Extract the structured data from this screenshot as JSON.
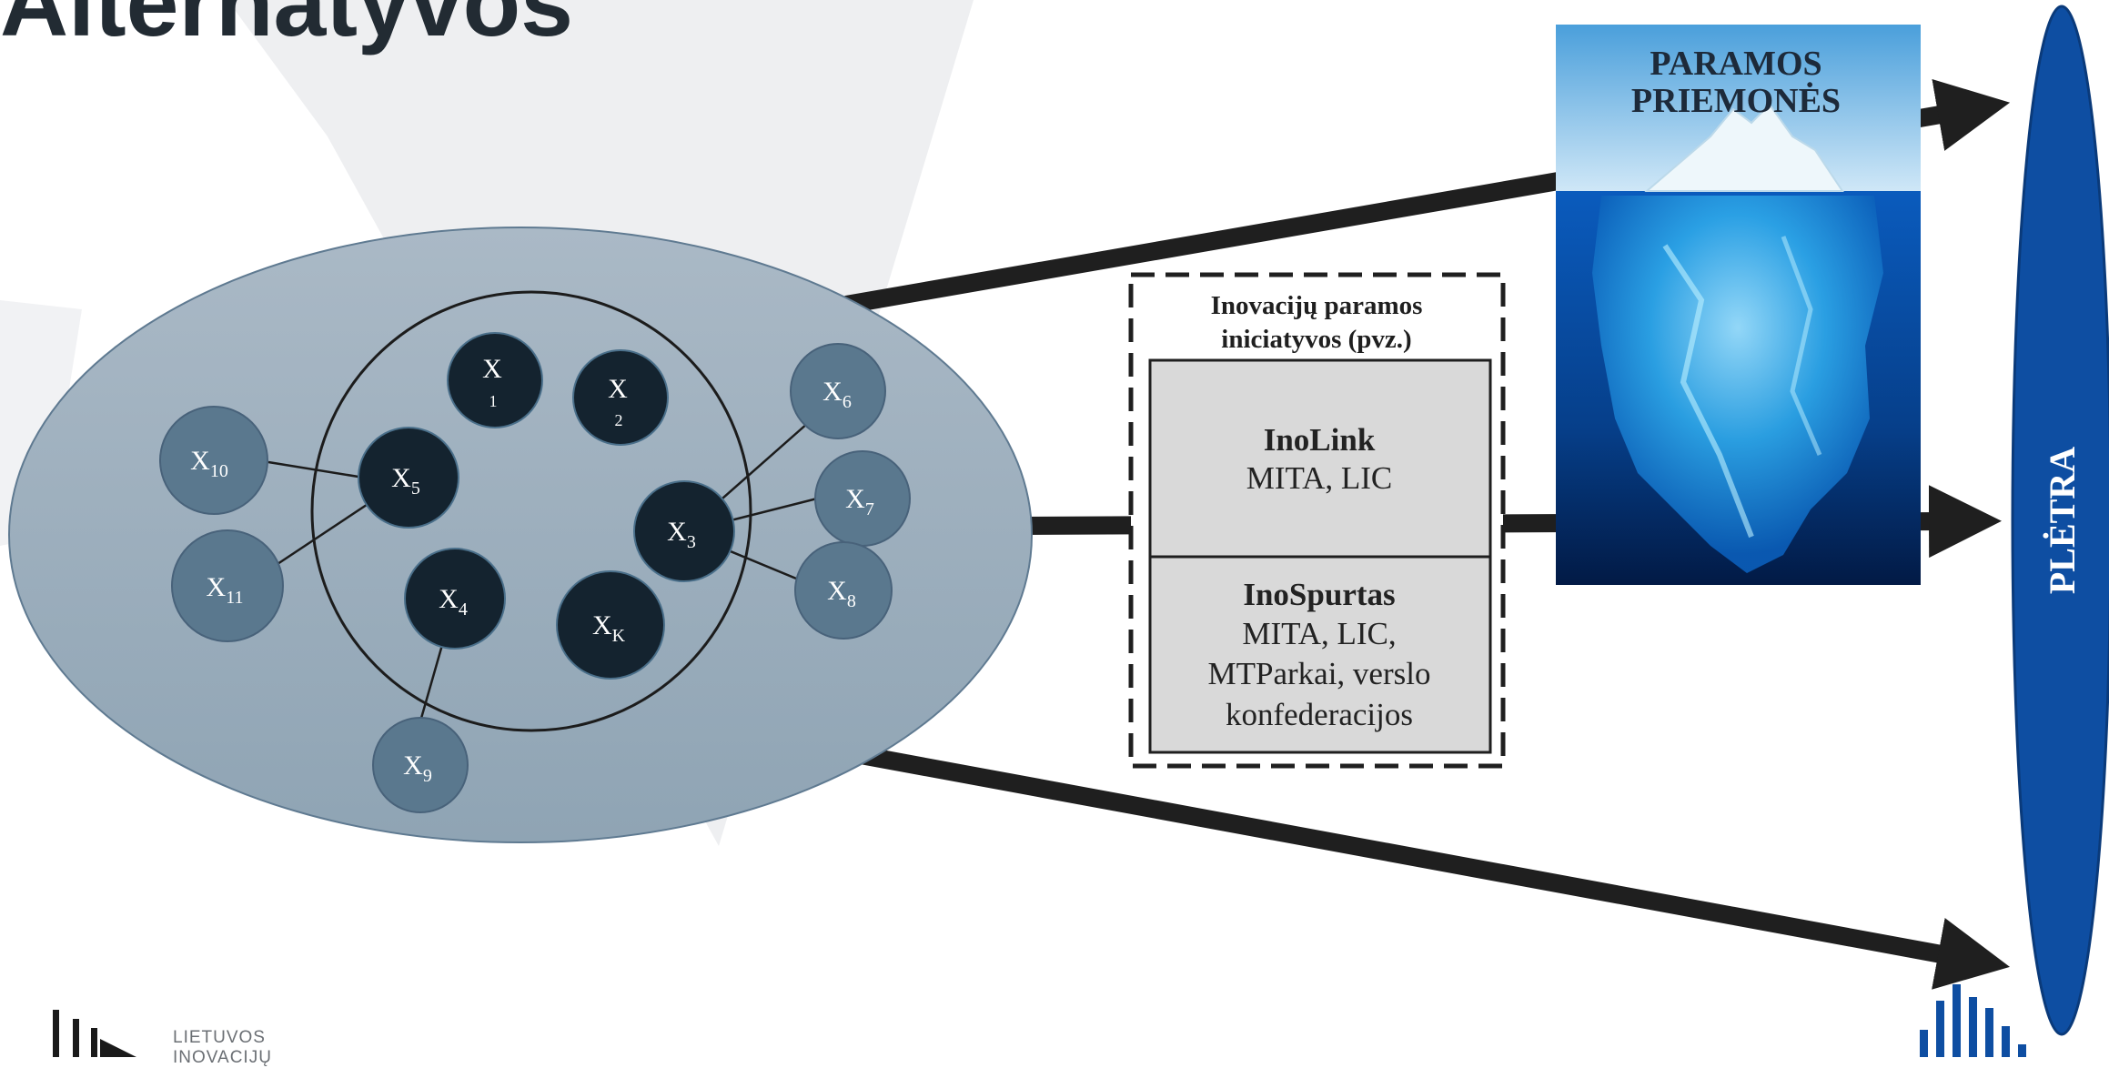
{
  "slide": {
    "title": "Alternatyvos"
  },
  "nodes": {
    "x1": {
      "main": "X",
      "sub": "1"
    },
    "x2": {
      "main": "X",
      "sub": "2"
    },
    "x3": {
      "main": "X",
      "sub": "3"
    },
    "x4": {
      "main": "X",
      "sub": "4"
    },
    "x5": {
      "main": "X",
      "sub": "5"
    },
    "xk": {
      "main": "X",
      "sub": "K"
    },
    "x6": {
      "main": "X",
      "sub": "6"
    },
    "x7": {
      "main": "X",
      "sub": "7"
    },
    "x8": {
      "main": "X",
      "sub": "8"
    },
    "x9": {
      "main": "X",
      "sub": "9"
    },
    "x10": {
      "main": "X",
      "sub": "10"
    },
    "x11": {
      "main": "X",
      "sub": "11"
    }
  },
  "initiatives": {
    "heading_line1": "Inovacijų paramos",
    "heading_line2": "iniciatyvos (pvz.)",
    "inolink": {
      "name": "InoLink",
      "orgs": "MITA, LIC"
    },
    "inospurtas": {
      "name": "InoSpurtas",
      "orgs_line1": "MITA, LIC,",
      "orgs_line2": "MTParkai, verslo",
      "orgs_line3": "konfederacijos"
    }
  },
  "iceberg": {
    "line1": "PARAMOS",
    "line2": "PRIEMONĖS"
  },
  "target": {
    "label": "PLĖTRA"
  },
  "logo": {
    "line1": "LIETUVOS",
    "line2": "INOVACIJŲ"
  },
  "colors": {
    "dark_node": "#14232f",
    "light_node": "#5a788e",
    "ellipse": "#9aaebc",
    "target": "#0e4ea2",
    "arrow": "#1f1f1f",
    "box_fill": "#d9d9d9"
  }
}
